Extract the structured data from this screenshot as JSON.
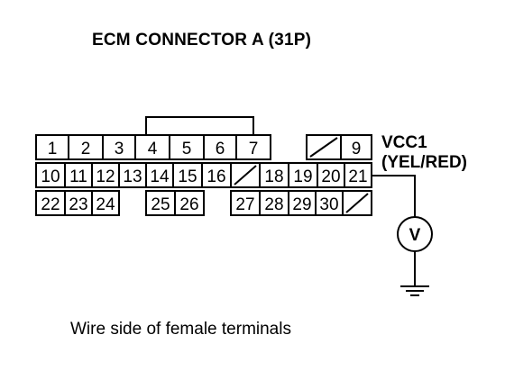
{
  "title": "ECM CONNECTOR A (31P)",
  "caption": "Wire side of female terminals",
  "signal": {
    "name": "VCC1",
    "wire": "(YEL/RED)"
  },
  "meter_symbol": "V",
  "pins": {
    "row1": [
      "1",
      "2",
      "3",
      "4",
      "5",
      "6",
      "7",
      "",
      "9"
    ],
    "row2": [
      "10",
      "11",
      "12",
      "13",
      "14",
      "15",
      "16",
      "",
      "18",
      "19",
      "20",
      "21"
    ],
    "row3": [
      "22",
      "23",
      "24",
      "25",
      "26",
      "27",
      "28",
      "29",
      "30",
      ""
    ]
  }
}
